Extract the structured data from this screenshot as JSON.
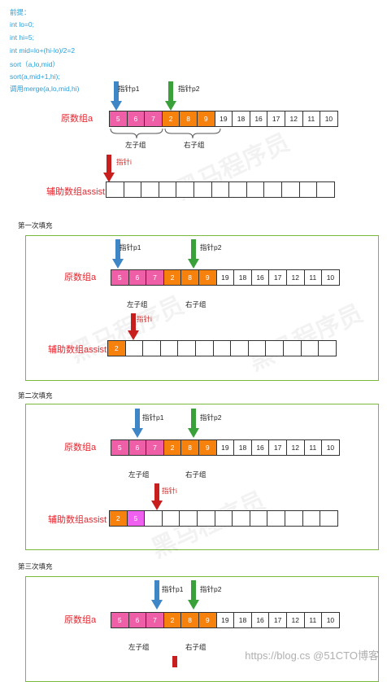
{
  "code_lines": [
    "前提：",
    "int lo=0;",
    "int hi=5;",
    "int mid=lo+(hi-lo)/2=2",
    "sort（a,lo,mid）",
    "sort(a,mid+1,hi);",
    "调用merge(a,lo,mid,hi)"
  ],
  "labels": {
    "original": "原数组a",
    "assist": "辅助数组assist",
    "left_group": "左子组",
    "right_group": "右子组",
    "p1": "指针p1",
    "p2": "指针p2",
    "i": "指针i"
  },
  "array_values": [
    "5",
    "6",
    "7",
    "2",
    "8",
    "9",
    "19",
    "18",
    "16",
    "17",
    "12",
    "11",
    "10"
  ],
  "steps": [
    {
      "title": "第一次填充",
      "assist_values": [
        "2"
      ]
    },
    {
      "title": "第二次填充",
      "assist_values": [
        "2",
        "5"
      ]
    },
    {
      "title": "第三次填充",
      "assist_values": []
    }
  ],
  "colors": {
    "pink": "#ef5fa7",
    "orange": "#f6820d",
    "magenta": "#f060f0",
    "arrow_blue": "#3f86c7",
    "arrow_green": "#3aa03a",
    "arrow_red": "#c81e1e",
    "panel_border": "#79b93b",
    "code_text": "#2aa0d8",
    "label_red": "#e6252e"
  },
  "watermark": "黑马程序员",
  "footer": {
    "url": "https://blog.cs",
    "handle": "@51CTO博客"
  }
}
